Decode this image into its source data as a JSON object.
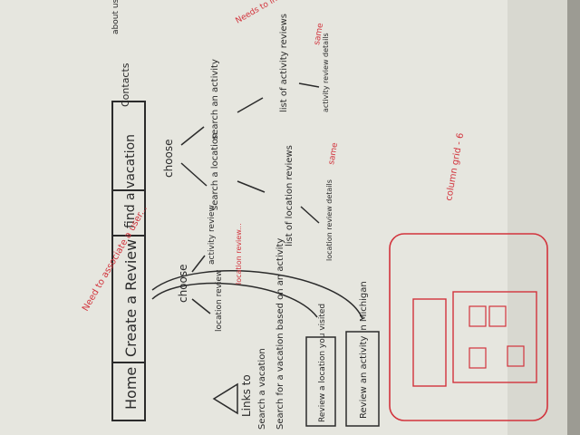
{
  "photo": {
    "colors": {
      "board": "#e9e9e3",
      "black_marker": "#2b2b2b",
      "red_marker": "#d2333c"
    }
  },
  "nav": {
    "home": "Home",
    "create_review": "Create a Review",
    "find_vacation": "find a vacation",
    "contacts": "Contacts",
    "about_us": "about us"
  },
  "flow": {
    "choose_1": "choose",
    "choose_2": "choose",
    "search_location": "search a location",
    "search_activity": "search an activity",
    "activity_review": "activity review",
    "location_review": "location review",
    "list_location_reviews": "list of location reviews",
    "list_activity_reviews": "list of activity reviews",
    "location_review_details": "location review details",
    "activity_review_details": "activity review details"
  },
  "links": {
    "links_to": "Links to",
    "search_vacation": "Search a vacation",
    "search_vacation_activity": "Search for a vacation based on an activity",
    "review_location": "Review a location you visited",
    "review_activity": "Review an activity in Michigan"
  },
  "notes": {
    "need_to_include_search": "Needs to include search",
    "same_1": "same",
    "same_2": "same",
    "need_to_associate": "Need to associate a user...",
    "location_red": "location review...",
    "column_grid": "column grid - 6"
  }
}
